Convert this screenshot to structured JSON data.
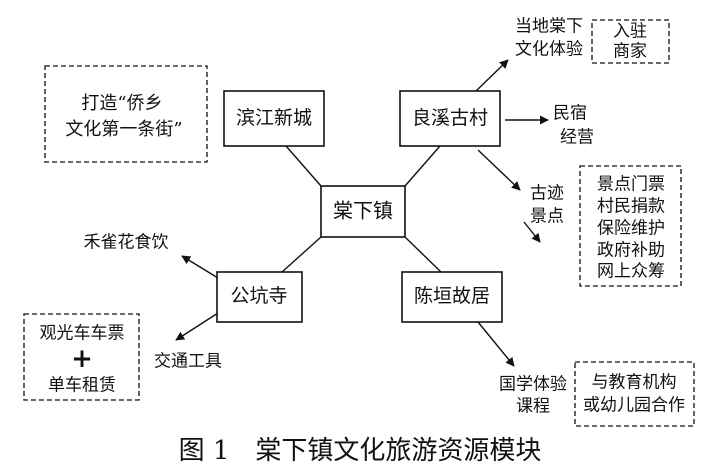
{
  "center": {
    "label": "棠下镇"
  },
  "modules": {
    "binjiang": {
      "label": "滨江新城"
    },
    "liangxi": {
      "label": "良溪古村"
    },
    "gongkeng": {
      "label": "公坑寺"
    },
    "chenyuan": {
      "label": "陈垣故居"
    }
  },
  "outcomes": {
    "binjiang_goal": {
      "lines": [
        "打造“侨乡",
        "文化第一条街”"
      ]
    },
    "local_culture": {
      "lines": [
        "当地棠下",
        "文化体验"
      ]
    },
    "settle_merchants": {
      "lines": [
        "入驻",
        "商家"
      ]
    },
    "homestay": {
      "lines": [
        "民宿",
        "经营"
      ]
    },
    "heritage_site": {
      "lines": [
        "古迹",
        "景点"
      ]
    },
    "funding": {
      "lines": [
        "景点门票",
        "村民捐款",
        "保险维护",
        "政府补助",
        "网上众筹"
      ]
    },
    "vegetarian": {
      "lines": [
        "禾雀花食饮"
      ]
    },
    "transport": {
      "lines": [
        "交通工具"
      ]
    },
    "tickets": {
      "lines": [
        "观光车车票",
        "+",
        "单车租赁"
      ]
    },
    "course": {
      "lines": [
        "国学体验",
        "课程"
      ]
    },
    "education": {
      "lines": [
        "与教育机构",
        "或幼儿园合作"
      ]
    }
  },
  "caption": "图 1　棠下镇文化旅游资源模块"
}
